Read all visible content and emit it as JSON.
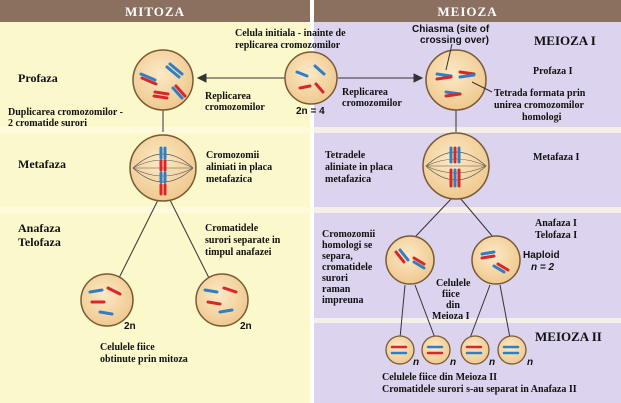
{
  "colors": {
    "mitosis_bg": "#fbf8cc",
    "meiosis_bg": "#dcd3ee",
    "header_bg": "#8b6f5f",
    "cell_fill": "#f6d9a8",
    "cell_edge": "#7a5a35",
    "red": "#d8262a",
    "blue": "#2e7fc4"
  },
  "headers": {
    "mitosis": "MITOZA",
    "meiosis": "MEIOZA"
  },
  "initial_cell": {
    "label_line1": "Celula initiala - inainte de",
    "label_line2": "replicarea cromozomilor",
    "ploidy": "2n = 4"
  },
  "mitosis": {
    "stage_prophase": "Profaza",
    "stage_metaphase": "Metafaza",
    "stage_anaphase": "Anafaza",
    "stage_telophase": "Telofaza",
    "replication_line1": "Replicarea",
    "replication_line2": "cromozomilor",
    "duplication_line1": "Duplicarea cromozomilor -",
    "duplication_line2": "2 cromatide surori",
    "metaphase_line1": "Cromozomii",
    "metaphase_line2": "aliniati in placa",
    "metaphase_line3": "metafazica",
    "anaphase_line1": "Cromatidele",
    "anaphase_line2": "surori separate in",
    "anaphase_line3": "timpul anafazei",
    "daughter_ploidy_left": "2n",
    "daughter_ploidy_right": "2n",
    "daughters_line1": "Celulele fiice",
    "daughters_line2": "obtinute prin mitoza"
  },
  "meiosis": {
    "title1": "MEIOZA I",
    "title2": "MEIOZA II",
    "chiasma_line1": "Chiasma (site of",
    "chiasma_line2": "crossing over)",
    "replication_line1": "Replicarea",
    "replication_line2": "cromozomilor",
    "prophase1": "Profaza I",
    "tetrad_line1": "Tetrada formata prin",
    "tetrad_line2": "unirea cromozomilor",
    "tetrad_line3": "homologi",
    "tetrads_line1": "Tetradele",
    "tetrads_line2": "aliniate in placa",
    "tetrads_line3": "metafazica",
    "metaphase1": "Metafaza I",
    "anaphase1": "Anafaza I",
    "telophase1": "Telofaza I",
    "haploid_line1": "Haploid",
    "haploid_line2": "n = 2",
    "homologs_line1": "Cromozomii",
    "homologs_line2": "homologi se",
    "homologs_line3": "separa,",
    "homologs_line4": "cromatidele",
    "homologs_line5": "surori",
    "homologs_line6": "raman",
    "homologs_line7": "impreuna",
    "daughters1_line1": "Celulele",
    "daughters1_line2": "fiice",
    "daughters1_line3": "din",
    "daughters1_line4": "Meioza I",
    "n1": "n",
    "n2": "n",
    "n3": "n",
    "n4": "n",
    "final_line1": "Celulele fiice din Meioza II",
    "final_line2": "Cromatidele surori s-au separat in Anafaza II"
  }
}
